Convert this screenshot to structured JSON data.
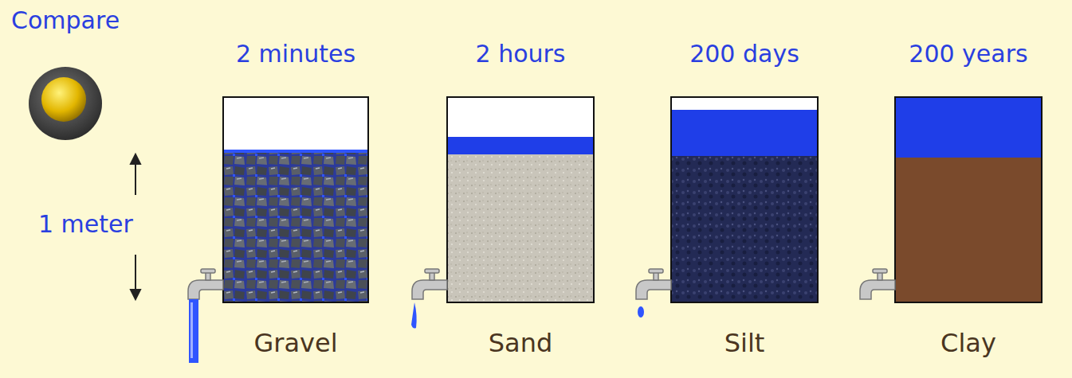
{
  "diagram": {
    "nodes": [
      {
        "text": [
          "2 minutes",
          "Gravel"
        ]
      },
      {
        "text": [
          "2 hours",
          "Sand"
        ]
      },
      {
        "text": [
          "200 days",
          "Silt"
        ]
      },
      {
        "text": [
          "200 years",
          "Clay"
        ]
      }
    ],
    "labels": [
      "Compare",
      "1 meter"
    ]
  }
}
